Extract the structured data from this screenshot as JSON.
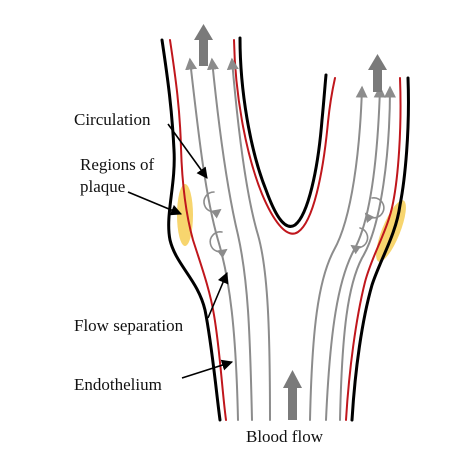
{
  "labels": {
    "circulation": "Circulation",
    "plaque_line1": "Regions of",
    "plaque_line2": "plaque",
    "flow_separation": "Flow separation",
    "endothelium": "Endothelium",
    "blood_flow": "Blood flow"
  },
  "colors": {
    "vessel_wall": "#000000",
    "endothelium": "#c0161c",
    "streamline": "#8c8c8c",
    "flow_arrow": "#7a7a7a",
    "plaque": "#f7d56e"
  },
  "icons": {
    "flow_direction": "upward-block-arrow",
    "recirculation": "circular-arrow"
  }
}
